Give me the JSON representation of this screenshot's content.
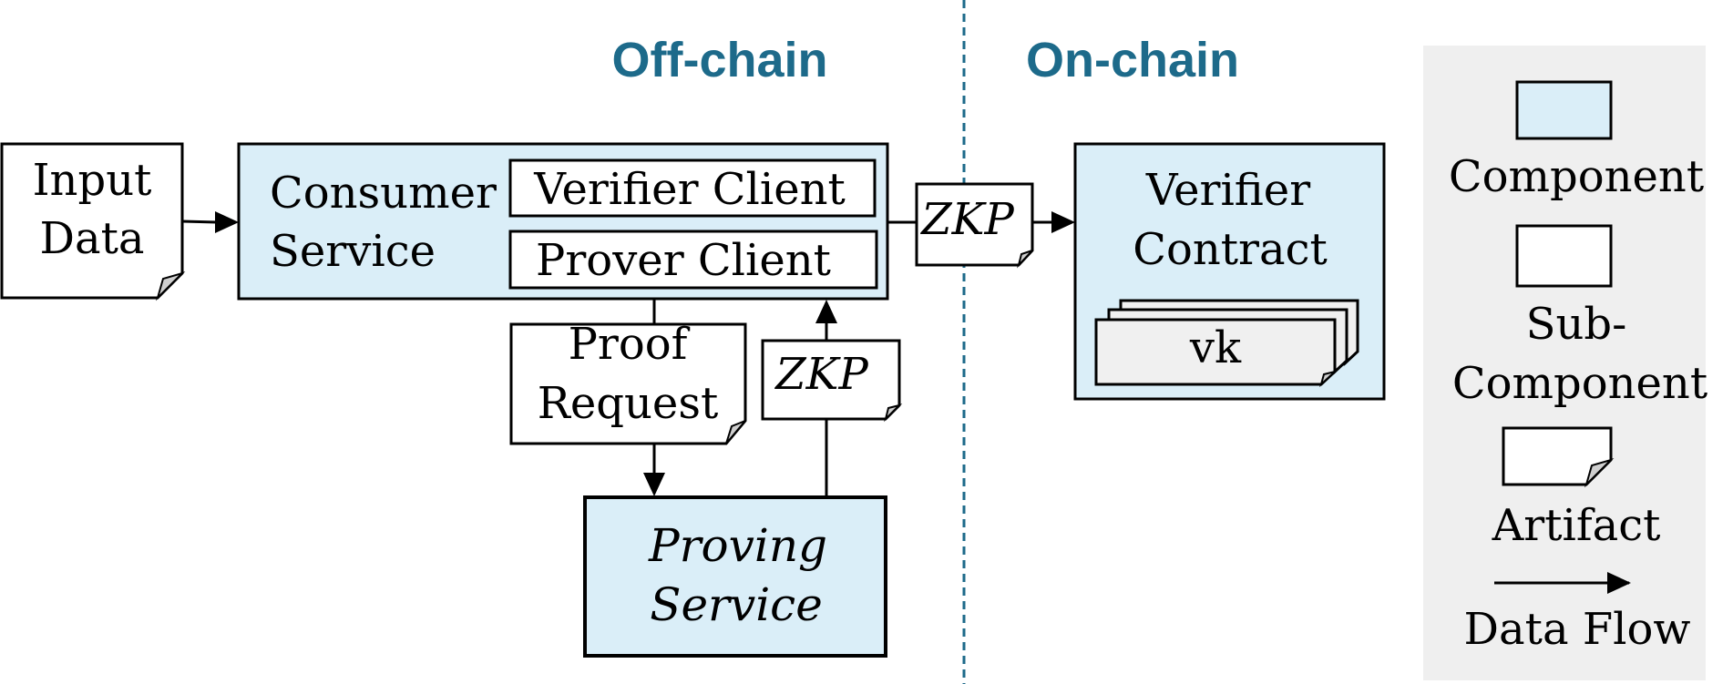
{
  "colors": {
    "component_fill": "#daeef8",
    "artifact_fill": "#ffffff",
    "vk_fill": "#f0f0f0",
    "legend_bg": "#efefef",
    "zone_title": "#1d6a8a",
    "divider": "#1d6a8a"
  },
  "zones": {
    "off_chain": "Off-chain",
    "on_chain": "On-chain"
  },
  "input_data": {
    "line1": "Input",
    "line2": "Data"
  },
  "consumer_service": {
    "line1": "Consumer",
    "line2": "Service",
    "verifier_client": "Verifier Client",
    "prover_client": "Prover Client"
  },
  "proof_request": {
    "line1": "Proof",
    "line2": "Request"
  },
  "zkp_artifact": "ZKP",
  "proving_service": {
    "line1": "Proving",
    "line2": "Service"
  },
  "verifier_contract": {
    "line1": "Verifier",
    "line2": "Contract",
    "vk": "vk"
  },
  "legend": {
    "component": "Component",
    "sub_component_line1": "Sub-",
    "sub_component_line2": "Component",
    "artifact": "Artifact",
    "data_flow": "Data Flow"
  }
}
